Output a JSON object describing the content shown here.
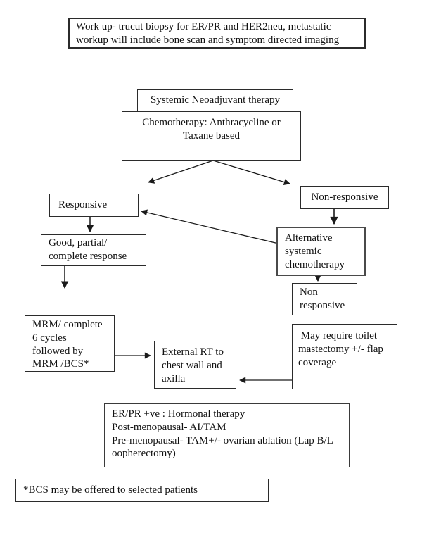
{
  "nodes": {
    "workup": {
      "text": "Work up- trucut biopsy for ER/PR and HER2neu, metastatic\nworkup will include bone scan and symptom directed imaging"
    },
    "systemic": {
      "text": "Systemic Neoadjuvant therapy"
    },
    "chemo": {
      "text": "Chemotherapy: Anthracycline or\nTaxane based"
    },
    "responsive": {
      "text": "Responsive"
    },
    "non_responsive": {
      "text": "Non-responsive"
    },
    "alternative_chemo": {
      "text": "Alternative\nsystemic\nchemotherapy"
    },
    "non_responsive_2": {
      "text": "Non\nresponsive"
    },
    "good_response": {
      "text": "Good, partial/\ncomplete response"
    },
    "mrm": {
      "text": "MRM/ complete\n6 cycles\nfollowed by\nMRM /BCS*"
    },
    "external_rt": {
      "text": "External RT to\nchest wall and\naxilla"
    },
    "toilet_mastectomy": {
      "text": " May require toilet\nmastectomy +/- flap\ncoverage"
    },
    "hormonal": {
      "text": "ER/PR +ve : Hormonal therapy\nPost-menopausal- AI/TAM\nPre-menopausal- TAM+/- ovarian ablation (Lap B/L\noopherectomy)"
    },
    "bcs_footnote": {
      "text": "*BCS may be offered to selected patients"
    }
  },
  "edges": [
    {
      "from": "chemo",
      "to": "responsive"
    },
    {
      "from": "chemo",
      "to": "non_responsive"
    },
    {
      "from": "non_responsive",
      "to": "alternative_chemo"
    },
    {
      "from": "alternative_chemo",
      "to": "responsive"
    },
    {
      "from": "responsive",
      "to": "good_response"
    },
    {
      "from": "good_response",
      "to": "mrm"
    },
    {
      "from": "alternative_chemo",
      "to": "non_responsive_2"
    },
    {
      "from": "mrm",
      "to": "external_rt"
    },
    {
      "from": "toilet_mastectomy",
      "to": "external_rt"
    }
  ],
  "colors": {
    "line": "#1a1a1a",
    "border": "#2b2b2b",
    "background": "#ffffff",
    "text": "#111111"
  }
}
